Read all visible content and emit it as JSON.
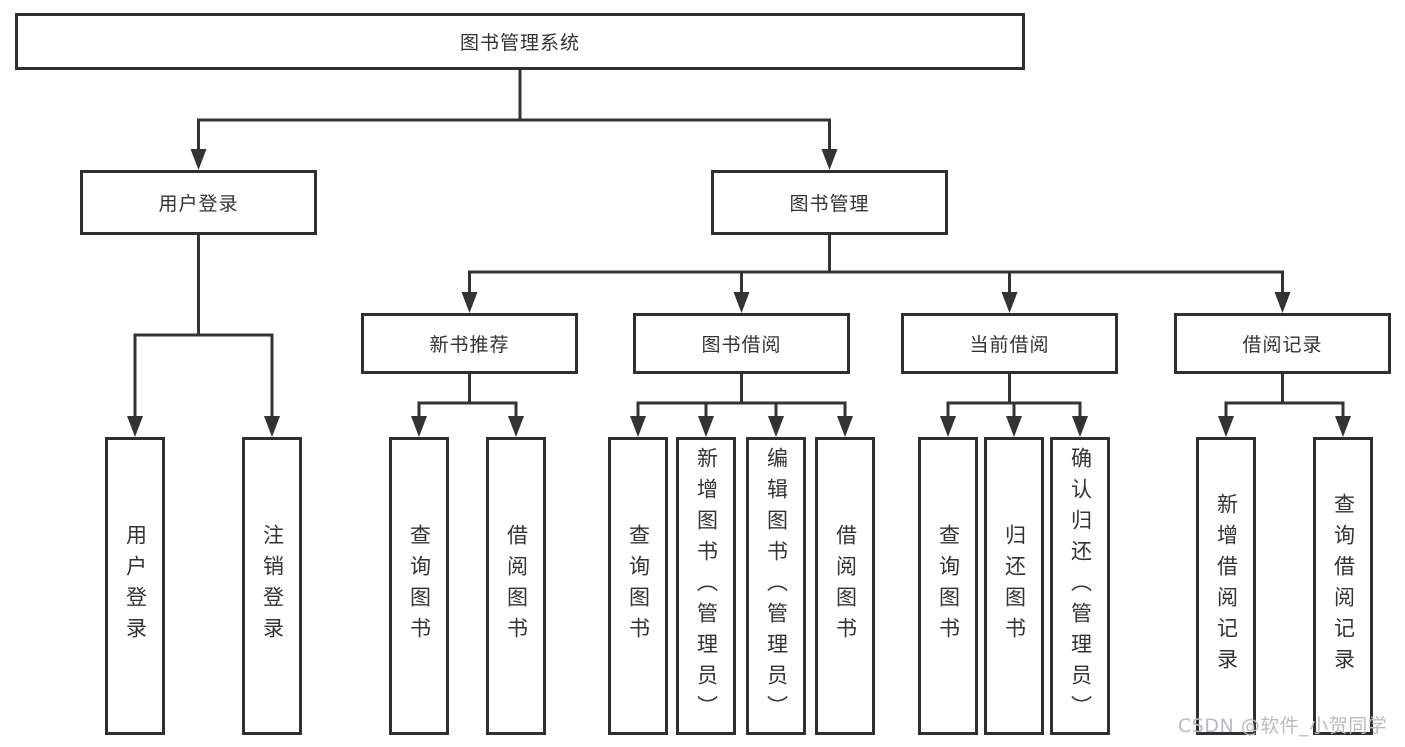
{
  "diagram": {
    "root": {
      "label": "图书管理系统",
      "children": [
        {
          "label": "用户登录",
          "children": [
            {
              "label": "用户登录"
            },
            {
              "label": "注销登录"
            }
          ]
        },
        {
          "label": "图书管理",
          "children": [
            {
              "label": "新书推荐",
              "children": [
                {
                  "label": "查询图书"
                },
                {
                  "label": "借阅图书"
                }
              ]
            },
            {
              "label": "图书借阅",
              "children": [
                {
                  "label": "查询图书"
                },
                {
                  "label": "新增图书（管理员）"
                },
                {
                  "label": "编辑图书（管理员）"
                },
                {
                  "label": "借阅图书"
                }
              ]
            },
            {
              "label": "当前借阅",
              "children": [
                {
                  "label": "查询图书"
                },
                {
                  "label": "归还图书"
                },
                {
                  "label": "确认归还（管理员）"
                }
              ]
            },
            {
              "label": "借阅记录",
              "children": [
                {
                  "label": "新增借阅记录"
                },
                {
                  "label": "查询借阅记录"
                }
              ]
            }
          ]
        }
      ]
    }
  },
  "watermark": "CSDN @软件_小贺同学",
  "colors": {
    "line": "#333333",
    "border": "#2f2f2f",
    "text": "#333333",
    "background": "#ffffff",
    "watermark": "#b7bbc2"
  }
}
